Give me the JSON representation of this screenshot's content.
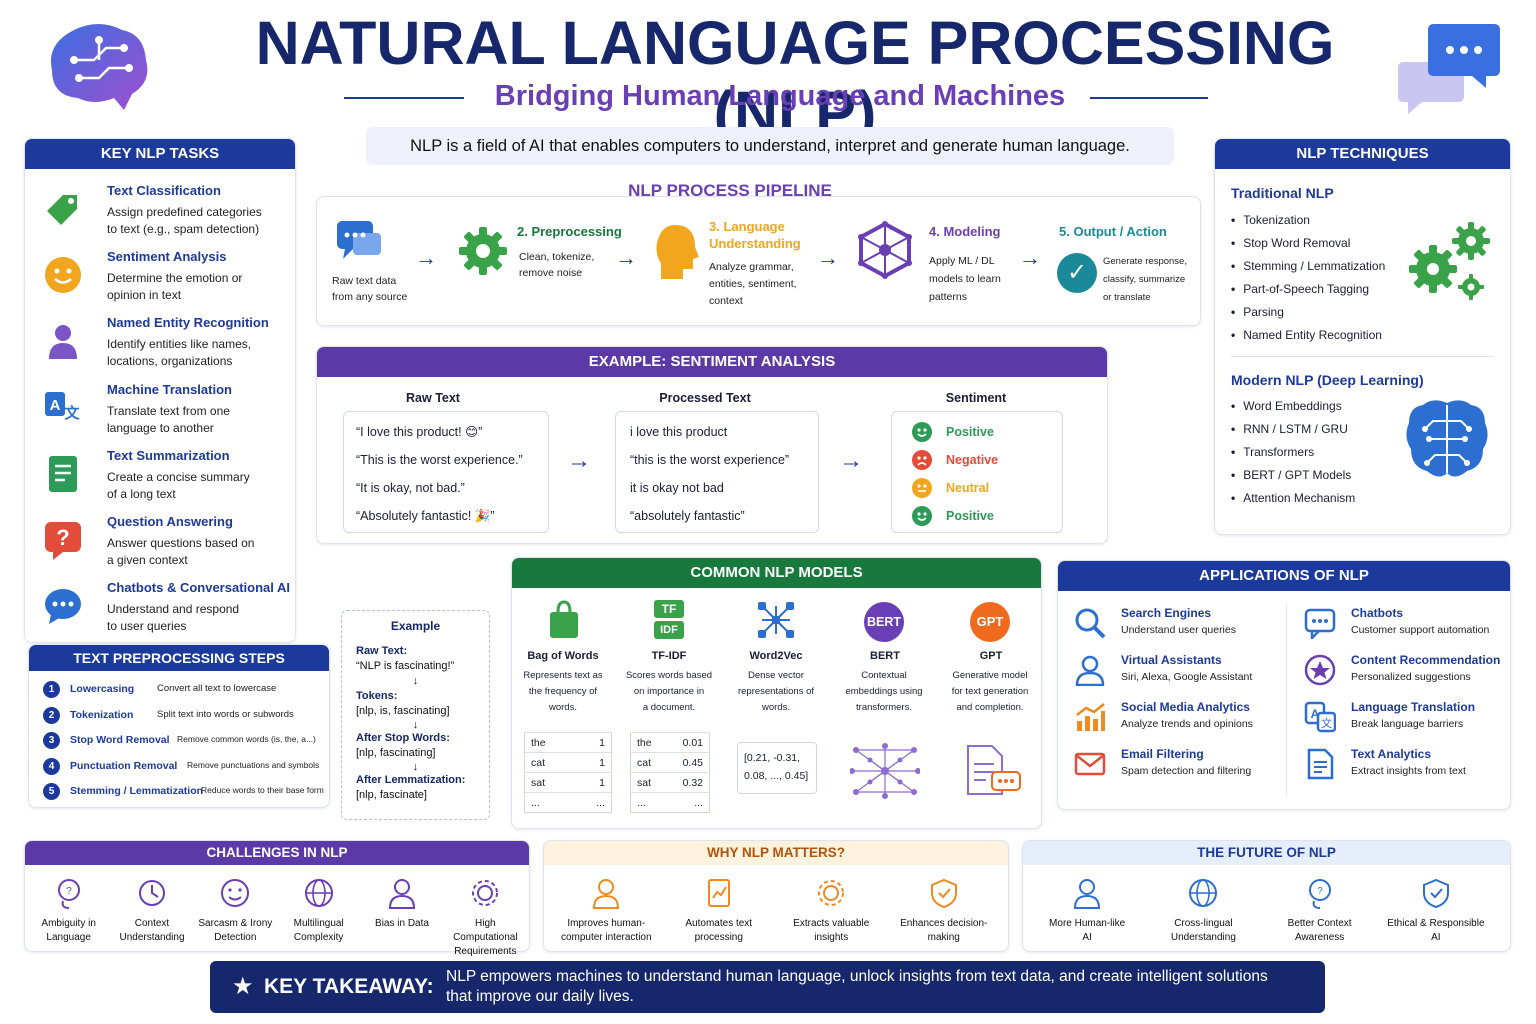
{
  "header": {
    "title": "NATURAL LANGUAGE PROCESSING (NLP)",
    "subtitle": "Bridging Human Language and Machines",
    "intro": "NLP is a field of AI that enables computers to understand, interpret and generate human language."
  },
  "key_tasks": {
    "heading": "KEY NLP TASKS",
    "items": [
      {
        "title": "Text Classification",
        "desc1": "Assign predefined categories",
        "desc2": "to text (e.g., spam detection)",
        "icon": "tag-icon",
        "color": "#3aa34a"
      },
      {
        "title": "Sentiment Analysis",
        "desc1": "Determine the emotion or",
        "desc2": "opinion in text",
        "icon": "smiley-icon",
        "color": "#f2a61d"
      },
      {
        "title": "Named Entity Recognition",
        "desc1": "Identify entities like names,",
        "desc2": "locations, organizations",
        "icon": "person-icon",
        "color": "#7b54c6"
      },
      {
        "title": "Machine Translation",
        "desc1": "Translate text from one",
        "desc2": "language to another",
        "icon": "translate-icon",
        "color": "#2d6fd0"
      },
      {
        "title": "Text Summarization",
        "desc1": "Create a concise summary",
        "desc2": "of a long text",
        "icon": "document-icon",
        "color": "#2d9a58"
      },
      {
        "title": "Question Answering",
        "desc1": "Answer questions based on",
        "desc2": "a given context",
        "icon": "question-icon",
        "color": "#e34b3a"
      },
      {
        "title": "Chatbots & Conversational AI",
        "desc1": "Understand and respond",
        "desc2": "to user queries",
        "icon": "chat-icon",
        "color": "#2d6fd0"
      }
    ]
  },
  "pipeline": {
    "heading": "NLP PROCESS PIPELINE",
    "steps": [
      {
        "title": "",
        "desc": [
          "Raw text data",
          "from any source"
        ]
      },
      {
        "title": "2. Preprocessing",
        "desc": [
          "Clean, tokenize,",
          "remove noise"
        ]
      },
      {
        "title": "3. Language Understanding",
        "desc": [
          "Analyze grammar,",
          "entities, sentiment,",
          "context"
        ]
      },
      {
        "title": "4. Modeling",
        "desc": [
          "Apply ML / DL",
          "models to learn",
          "patterns"
        ]
      },
      {
        "title": "5. Output / Action",
        "desc": [
          "Generate response,",
          "classify, summarize",
          "or translate"
        ]
      }
    ]
  },
  "techniques": {
    "heading": "NLP TECHNIQUES",
    "traditional_title": "Traditional NLP",
    "traditional": [
      "Tokenization",
      "Stop Word Removal",
      "Stemming / Lemmatization",
      "Part-of-Speech Tagging",
      "Parsing",
      "Named Entity Recognition"
    ],
    "modern_title": "Modern NLP (Deep Learning)",
    "modern": [
      "Word Embeddings",
      "RNN / LSTM / GRU",
      "Transformers",
      "BERT / GPT Models",
      "Attention Mechanism"
    ]
  },
  "sentiment_example": {
    "heading": "EXAMPLE: SENTIMENT ANALYSIS",
    "col_raw": "Raw Text",
    "col_processed": "Processed Text",
    "col_sentiment": "Sentiment",
    "raw": [
      "“I love this product! 😊”",
      "“This is the worst experience.”",
      "“It is okay, not bad.”",
      "“Absolutely fantastic! 🎉”"
    ],
    "processed": [
      "i love this product",
      "“this is the worst experience”",
      "it is okay not bad",
      "“absolutely fantastic”"
    ],
    "sentiment": [
      "Positive",
      "Negative",
      "Neutral",
      "Positive"
    ]
  },
  "preprocessing": {
    "heading": "TEXT PREPROCESSING STEPS",
    "steps": [
      {
        "n": "1",
        "name": "Lowercasing",
        "desc": "Convert all text to lowercase"
      },
      {
        "n": "2",
        "name": "Tokenization",
        "desc": "Split text into words or subwords"
      },
      {
        "n": "3",
        "name": "Stop Word Removal",
        "desc": "Remove common words (is, the, a...)"
      },
      {
        "n": "4",
        "name": "Punctuation Removal",
        "desc": "Remove punctuations and symbols"
      },
      {
        "n": "5",
        "name": "Stemming / Lemmatization",
        "desc": "Reduce words to their base form"
      }
    ]
  },
  "example_box": {
    "heading": "Example",
    "raw_label": "Raw Text:",
    "raw_value": "“NLP is fascinating!”",
    "tokens_label": "Tokens:",
    "tokens_value": "[nlp, is, fascinating]",
    "stop_label": "After Stop Words:",
    "stop_value": "[nlp, fascinating]",
    "lemma_label": "After Lemmatization:",
    "lemma_value": "[nlp, fascinate]",
    "arrow": "↓"
  },
  "models": {
    "heading": "COMMON NLP MODELS",
    "items": [
      {
        "name": "Bag of Words",
        "desc": [
          "Represents text as",
          "the frequency of",
          "words."
        ]
      },
      {
        "name": "TF-IDF",
        "desc": [
          "Scores words based",
          "on importance in",
          "a document."
        ]
      },
      {
        "name": "Word2Vec",
        "desc": [
          "Dense vector",
          "representations of",
          "words."
        ]
      },
      {
        "name": "BERT",
        "desc": [
          "Contextual",
          "embeddings using",
          "transformers."
        ]
      },
      {
        "name": "GPT",
        "desc": [
          "Generative model",
          "for text generation",
          "and completion."
        ]
      }
    ],
    "bow_table": [
      [
        "the",
        "1"
      ],
      [
        "cat",
        "1"
      ],
      [
        "sat",
        "1"
      ],
      [
        "...",
        "..."
      ]
    ],
    "tfidf_table": [
      [
        "the",
        "0.01"
      ],
      [
        "cat",
        "0.45"
      ],
      [
        "sat",
        "0.32"
      ],
      [
        "...",
        "..."
      ]
    ],
    "vector": [
      "[0.21, -0.31,",
      "0.08, ..., 0.45]"
    ],
    "tf": "TF",
    "idf": "IDF",
    "bert_badge": "BERT",
    "gpt_badge": "GPT"
  },
  "applications": {
    "heading": "APPLICATIONS OF NLP",
    "items": [
      {
        "title": "Search Engines",
        "desc": "Understand user queries",
        "icon": "search-icon"
      },
      {
        "title": "Chatbots",
        "desc": "Customer support automation",
        "icon": "chat-icon"
      },
      {
        "title": "Virtual Assistants",
        "desc": "Siri, Alexa, Google Assistant",
        "icon": "assistant-icon"
      },
      {
        "title": "Content Recommendation",
        "desc": "Personalized suggestions",
        "icon": "star-icon"
      },
      {
        "title": "Social Media Analytics",
        "desc": "Analyze trends and opinions",
        "icon": "chart-icon"
      },
      {
        "title": "Language Translation",
        "desc": "Break language barriers",
        "icon": "translate-icon"
      },
      {
        "title": "Email Filtering",
        "desc": "Spam detection and filtering",
        "icon": "mail-icon"
      },
      {
        "title": "Text Analytics",
        "desc": "Extract insights from text",
        "icon": "document-icon"
      }
    ]
  },
  "challenges": {
    "heading": "CHALLENGES IN NLP",
    "items": [
      [
        "Ambiguity in",
        "Language"
      ],
      [
        "Context",
        "Understanding"
      ],
      [
        "Sarcasm & Irony",
        "Detection"
      ],
      [
        "Multilingual",
        "Complexity"
      ],
      [
        "Bias in Data",
        ""
      ],
      [
        "High Computational",
        "Requirements"
      ]
    ]
  },
  "why": {
    "heading": "WHY NLP MATTERS?",
    "items": [
      [
        "Improves human-",
        "computer interaction"
      ],
      [
        "Automates text",
        "processing"
      ],
      [
        "Extracts valuable",
        "insights"
      ],
      [
        "Enhances decision-",
        "making"
      ]
    ]
  },
  "future": {
    "heading": "THE FUTURE OF NLP",
    "items": [
      [
        "More Human-like",
        "AI"
      ],
      [
        "Cross-lingual",
        "Understanding"
      ],
      [
        "Better Context",
        "Awareness"
      ],
      [
        "Ethical & Responsible",
        "AI"
      ]
    ]
  },
  "takeaway": {
    "label": "KEY TAKEAWAY:",
    "line1": "NLP empowers machines to understand human language, unlock insights from text data, and create intelligent solutions",
    "line2": "that improve our daily lives.",
    "star": "★"
  },
  "colors": {
    "navy": "#1c3a9c",
    "purple": "#5b3aa8",
    "green": "#177a3c",
    "accent_blue": "#2d6fd0"
  }
}
